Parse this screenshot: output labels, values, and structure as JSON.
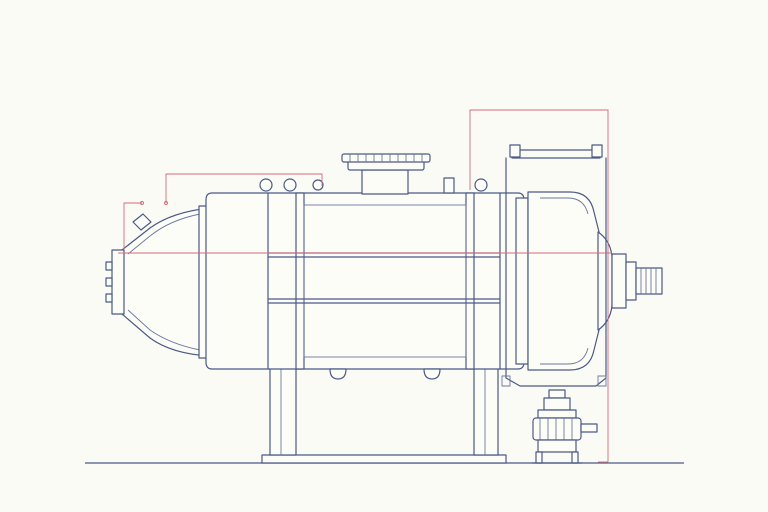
{
  "drawing": {
    "line_color": "#4b5a86",
    "dimension_color": "#d46a7a",
    "background_color": "#fbfbf5",
    "style": "technical line drawing"
  },
  "parts": {
    "left_end_cap": {
      "icon": "conical-end-cap"
    },
    "main_vessel": {
      "icon": "cylindrical-tank"
    },
    "top_port": {
      "icon": "flanged-port"
    },
    "right_end_cap": {
      "icon": "domed-end-cap"
    },
    "shaft": {
      "icon": "splined-shaft"
    },
    "supports": {
      "icon": "saddle-supports"
    },
    "pump": {
      "icon": "pump-assembly"
    },
    "frame": {
      "icon": "pipe-frame"
    }
  }
}
